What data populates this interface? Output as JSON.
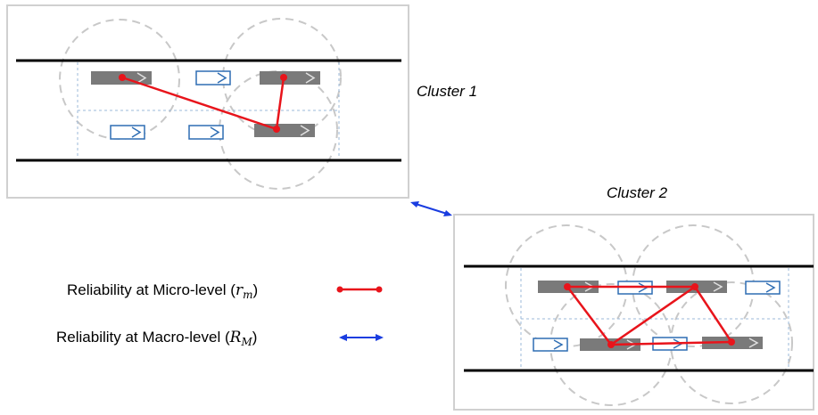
{
  "clusters": [
    {
      "label": "Cluster 1"
    },
    {
      "label": "Cluster 2"
    }
  ],
  "legend": {
    "micro": {
      "text": "Reliability at Micro-level (",
      "symbol": "r",
      "sub": "m",
      "close": ")"
    },
    "macro": {
      "text": "Reliability at Macro-level (",
      "symbol": "R",
      "sub": "M",
      "close": ")"
    }
  },
  "colors": {
    "micro_link": "#e8141b",
    "macro_link": "#1a3de0",
    "connected_vehicle": "#7a7a7a",
    "unconnected_vehicle": "#2e6db3",
    "range_circle": "#c8c8c8",
    "road": "#000000",
    "lane_divider": "#9bb8d8"
  }
}
